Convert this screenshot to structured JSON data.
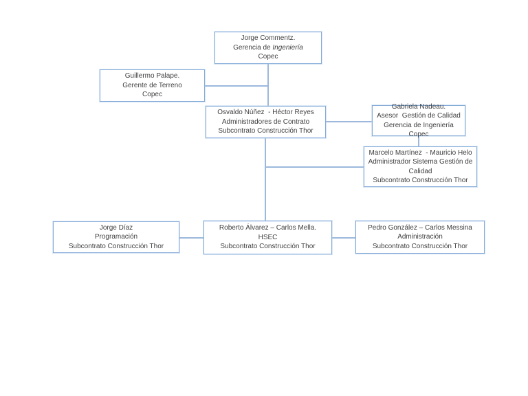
{
  "diagram": {
    "type": "org-chart",
    "colors": {
      "box_border": "#84aad8",
      "connector": "#9cb8dc",
      "text": "#3f3f3f",
      "background": "#ffffff"
    },
    "nodes": {
      "jorge_commentz": {
        "l1": "Jorge Commentz.",
        "l2a": "Gerencia de ",
        "l2b_italic": "Ingeniería",
        "l3": "Copec"
      },
      "guillermo_palape": {
        "l1": "Guillermo Palape.",
        "l2": "Gerente de Terreno",
        "l3": "Copec"
      },
      "osvaldo_nunez": {
        "l1": "Osvaldo Núñez  - Héctor Reyes",
        "l2": "Administradores de Contrato",
        "l3": "Subcontrato Construcción Thor"
      },
      "gabriela_nadeau": {
        "l1": "Gabriela Nadeau.",
        "l2": "Asesor  Gestión de Calidad",
        "l3": "Gerencia de Ingeniería Copec"
      },
      "marcelo_martinez": {
        "l1": "Marcelo Martínez  - Mauricio Helo",
        "l2": "Administrador Sistema Gestión de Calidad",
        "l3": "Subcontrato Construcción Thor"
      },
      "jorge_diaz": {
        "l1": "Jorge Díaz",
        "l2": "Programación",
        "l3": "Subcontrato Construcción Thor"
      },
      "roberto_alvarez": {
        "l1": "Roberto Álvarez – Carlos Mella.",
        "l2": "HSEC",
        "l3": "Subcontrato Construcción Thor"
      },
      "pedro_gonzalez": {
        "l1": "Pedro González – Carlos Messina",
        "l2": "Administración",
        "l3": "Subcontrato Construcción Thor"
      }
    }
  }
}
